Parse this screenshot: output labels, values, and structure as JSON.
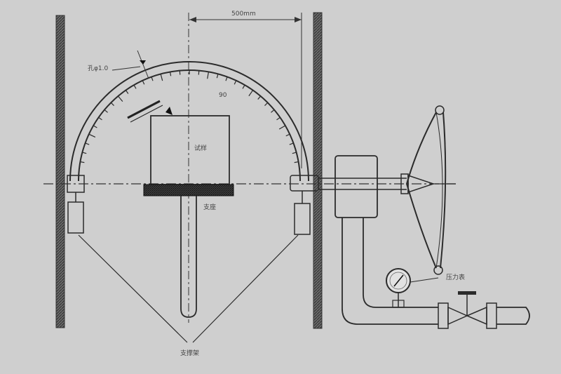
{
  "diagram": {
    "dimension_label": "500mm",
    "arc_label": "孔φ1.0",
    "scale_label": "90",
    "sample_label": "试样",
    "support_label": "支座",
    "gauge_label": "压力表",
    "base_label": "支撑架"
  },
  "colors": {
    "background": "#cfcfcf",
    "line": "#2b2b2b",
    "post": "#555555",
    "hatch": "#333333"
  }
}
